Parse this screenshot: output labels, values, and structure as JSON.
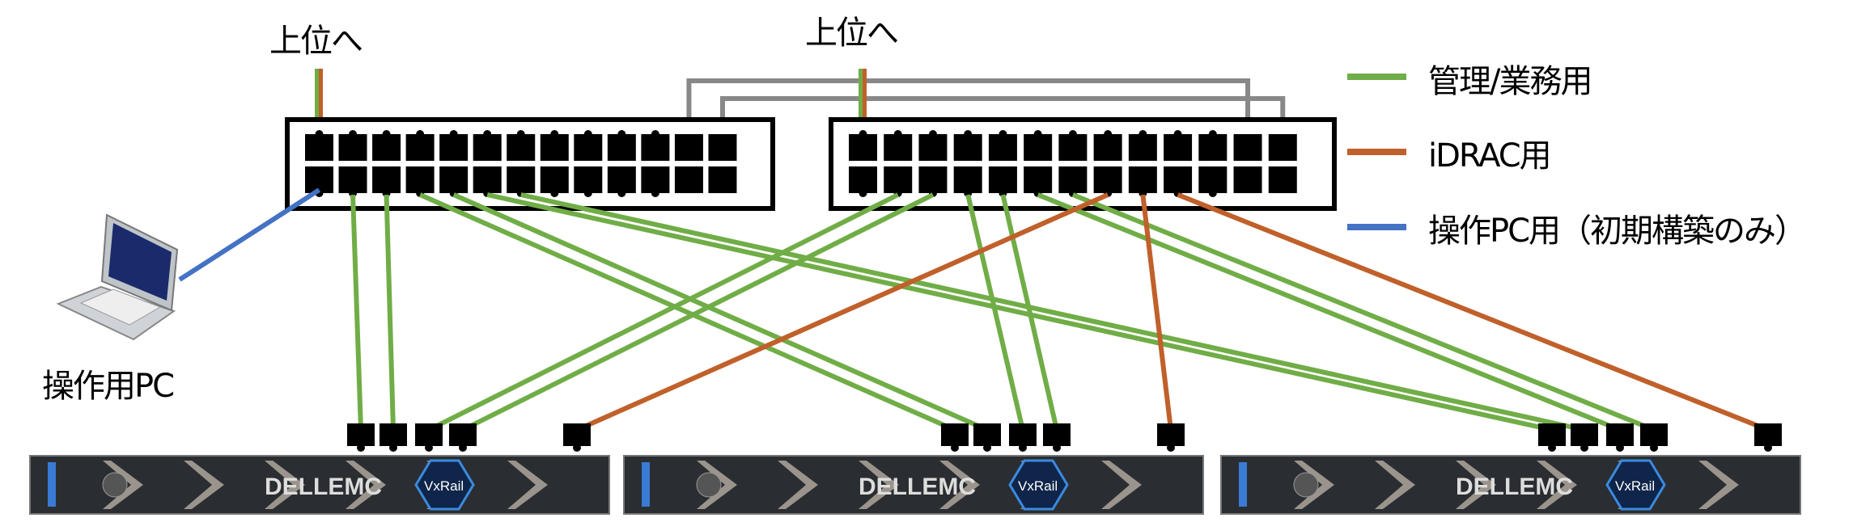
{
  "labels": {
    "uplink_left": "上位へ",
    "uplink_right": "上位へ",
    "pc": "操作用PC"
  },
  "legend": [
    {
      "label": "管理/業務用",
      "color": "#70AD47"
    },
    {
      "label": "iDRAC用",
      "color": "#C0602A"
    },
    {
      "label": "操作PC用（初期構築のみ）",
      "color": "#4472C4"
    }
  ],
  "colors": {
    "mgmt": "#70AD47",
    "idrac": "#C0602A",
    "pc": "#4472C4",
    "isl": "#888888"
  },
  "servers": [
    {
      "brand": "DELLEMC",
      "model": "VxRail"
    },
    {
      "brand": "DELLEMC",
      "model": "VxRail"
    },
    {
      "brand": "DELLEMC",
      "model": "VxRail"
    }
  ],
  "switches": [
    {
      "ports_per_row": 13
    },
    {
      "ports_per_row": 13
    }
  ],
  "links": [
    {
      "type": "mgmt",
      "sw": 0,
      "port": 1,
      "srv": 0,
      "nic": 0
    },
    {
      "type": "mgmt",
      "sw": 0,
      "port": 2,
      "srv": 0,
      "nic": 1
    },
    {
      "type": "mgmt",
      "sw": 0,
      "port": 3,
      "srv": 1,
      "nic": 0
    },
    {
      "type": "mgmt",
      "sw": 0,
      "port": 4,
      "srv": 1,
      "nic": 1
    },
    {
      "type": "mgmt",
      "sw": 0,
      "port": 5,
      "srv": 2,
      "nic": 0
    },
    {
      "type": "mgmt",
      "sw": 0,
      "port": 6,
      "srv": 2,
      "nic": 1
    },
    {
      "type": "mgmt",
      "sw": 1,
      "port": 1,
      "srv": 0,
      "nic": 2
    },
    {
      "type": "mgmt",
      "sw": 1,
      "port": 2,
      "srv": 0,
      "nic": 3
    },
    {
      "type": "mgmt",
      "sw": 1,
      "port": 3,
      "srv": 1,
      "nic": 2
    },
    {
      "type": "mgmt",
      "sw": 1,
      "port": 4,
      "srv": 1,
      "nic": 3
    },
    {
      "type": "mgmt",
      "sw": 1,
      "port": 5,
      "srv": 2,
      "nic": 2
    },
    {
      "type": "mgmt",
      "sw": 1,
      "port": 6,
      "srv": 2,
      "nic": 3
    },
    {
      "type": "idrac",
      "sw": 1,
      "port": 7,
      "srv": 0,
      "nic": 4
    },
    {
      "type": "idrac",
      "sw": 1,
      "port": 8,
      "srv": 1,
      "nic": 4
    },
    {
      "type": "idrac",
      "sw": 1,
      "port": 9,
      "srv": 2,
      "nic": 4
    }
  ]
}
